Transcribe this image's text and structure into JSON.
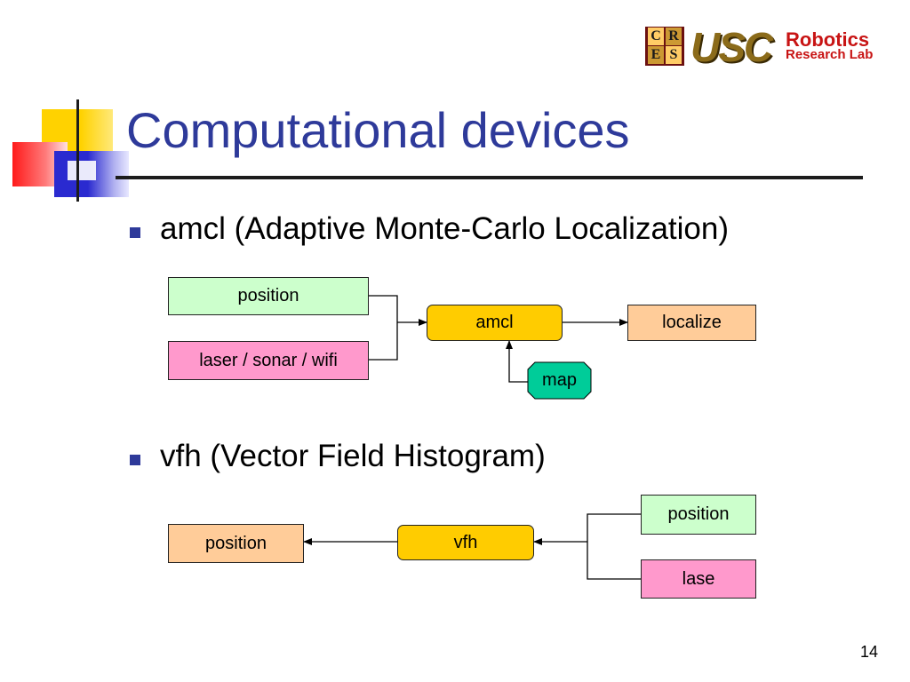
{
  "logo": {
    "cres_letters": [
      "C",
      "R",
      "E",
      "S"
    ],
    "usc": "USC",
    "line1": "Robotics",
    "line2": "Research Lab"
  },
  "slide": {
    "title": "Computational devices",
    "page_number": "14"
  },
  "bullets": [
    "amcl (Adaptive Monte-Carlo Localization)",
    "vfh (Vector Field Histogram)"
  ],
  "diagram_amcl": {
    "input_position": "position",
    "input_sensors": "laser / sonar / wifi",
    "node": "amcl",
    "output": "localize",
    "map": "map"
  },
  "diagram_vfh": {
    "output_position": "position",
    "node": "vfh",
    "input_position": "position",
    "input_laser": "lase"
  },
  "colors": {
    "title": "#2e3a9a",
    "node": "#ffcc00",
    "input_green": "#ccffcc",
    "input_pink": "#ff99cc",
    "output_peach": "#ffcc99",
    "map_teal": "#00cc99"
  }
}
